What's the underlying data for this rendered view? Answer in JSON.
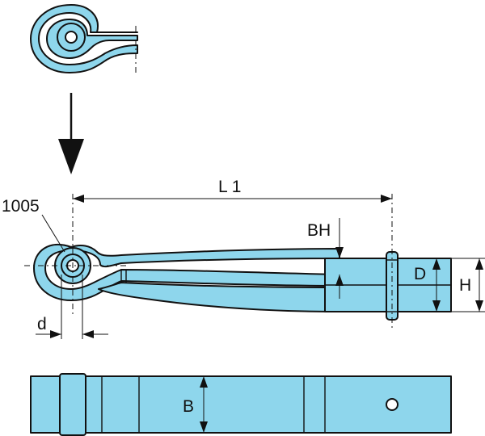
{
  "labels": {
    "part_number": "1005",
    "length": "L 1",
    "bh": "BH",
    "d_upper": "D",
    "h": "H",
    "d_lower": "d",
    "b": "B"
  },
  "colors": {
    "spring_fill": "#8ed6ec",
    "outline": "#111111",
    "background": "#ffffff"
  }
}
